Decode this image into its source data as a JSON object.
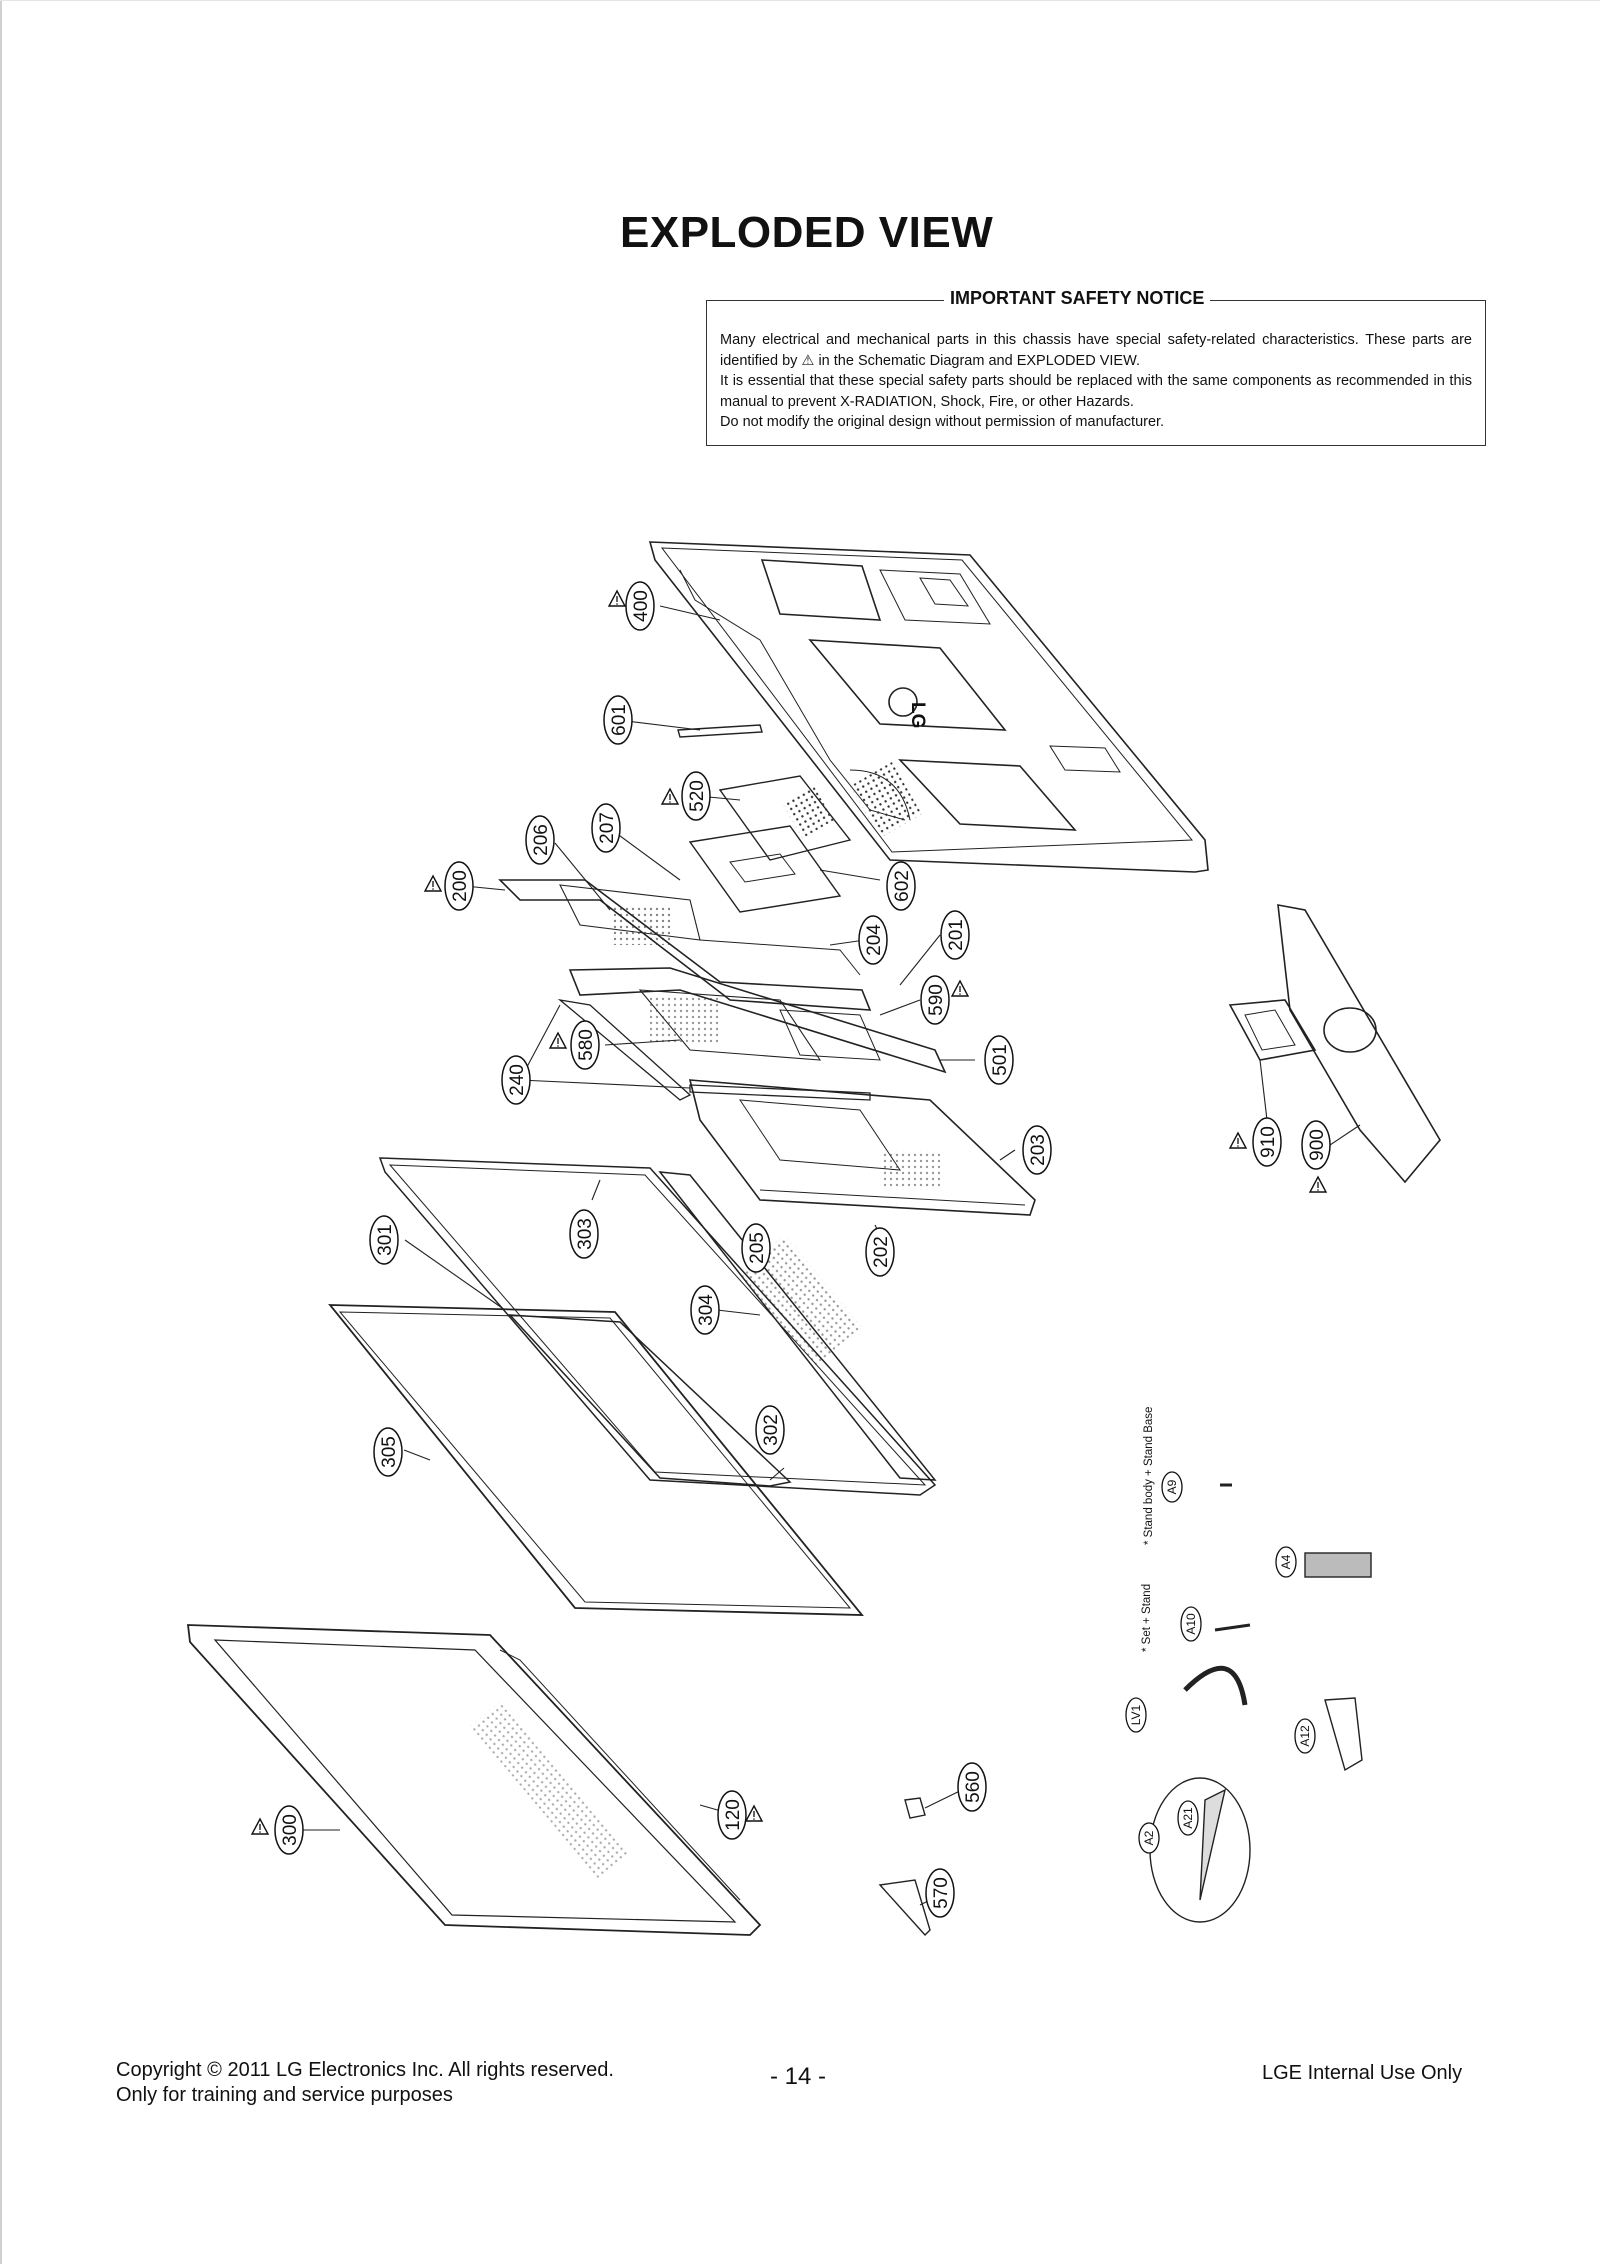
{
  "page": {
    "title": "EXPLODED VIEW",
    "safety_notice": {
      "heading": "IMPORTANT SAFETY NOTICE",
      "lines": [
        "Many electrical and mechanical parts in this chassis have special safety-related characteristics. These parts are identified by ⚠ in the Schematic Diagram and EXPLODED VIEW.",
        "It is essential that these special safety parts should be replaced with the same components as recommended in this manual to prevent X-RADIATION, Shock, Fire, or other Hazards.",
        "Do not modify the original design without permission of manufacturer."
      ]
    },
    "footer": {
      "copyright_line1": "Copyright © 2011 LG Electronics Inc. All rights reserved.",
      "copyright_line2": "Only for training and service purposes",
      "page_number": "- 14 -",
      "internal": "LGE Internal Use Only"
    }
  },
  "diagram": {
    "logo_text": "LG",
    "warning_icon": "warning-triangle-icon",
    "part_labels": {
      "p400": "400",
      "p601": "601",
      "p520": "520",
      "p207": "207",
      "p206": "206",
      "p200": "200",
      "p602": "602",
      "p204": "204",
      "p201": "201",
      "p590": "590",
      "p580": "580",
      "p240": "240",
      "p501": "501",
      "p203": "203",
      "p910": "910",
      "p900": "900",
      "p301": "301",
      "p303": "303",
      "p205": "205",
      "p202": "202",
      "p304": "304",
      "p302": "302",
      "p305": "305",
      "p300": "300",
      "p120": "120",
      "p560": "560",
      "p570": "570",
      "a9": "A9",
      "a4": "A4",
      "a10": "A10",
      "lv1": "LV1",
      "a12": "A12",
      "a2": "A2",
      "a21": "A21"
    },
    "screw_notes": {
      "stand_body": "* Stand body + Stand Base",
      "set_stand": "* Set + Stand"
    }
  }
}
